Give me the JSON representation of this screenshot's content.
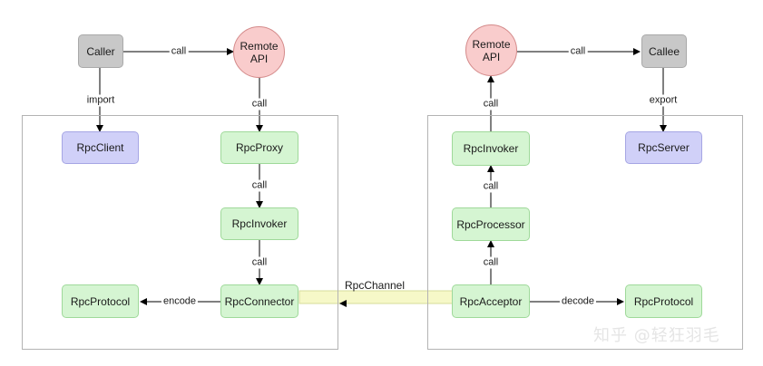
{
  "watermark": "知乎 @轻狂羽毛",
  "channel": {
    "label": "RpcChannel"
  },
  "left": {
    "caller": "Caller",
    "remote_api": [
      "Remote",
      "API"
    ],
    "rpc_client": "RpcClient",
    "rpc_proxy": "RpcProxy",
    "rpc_invoker": "RpcInvoker",
    "rpc_connector": "RpcConnector",
    "rpc_protocol": "RpcProtocol",
    "edges": {
      "caller_to_api": "call",
      "caller_to_client": "import",
      "api_to_proxy": "call",
      "proxy_to_invoker": "call",
      "invoker_to_connector": "call",
      "connector_to_protocol": "encode"
    }
  },
  "right": {
    "remote_api": [
      "Remote",
      "API"
    ],
    "callee": "Callee",
    "rpc_server": "RpcServer",
    "rpc_invoker": "RpcInvoker",
    "rpc_processor": "RpcProcessor",
    "rpc_acceptor": "RpcAcceptor",
    "rpc_protocol": "RpcProtocol",
    "edges": {
      "api_to_callee": "call",
      "callee_to_server": "export",
      "invoker_to_api": "call",
      "processor_to_invoker": "call",
      "acceptor_to_processor": "call",
      "acceptor_to_protocol": "decode"
    }
  },
  "colors": {
    "caller_fill": "#c8c8c8",
    "remote_api_fill": "#f9cccc",
    "client_server_fill": "#d0d0f8",
    "component_fill": "#d5f5d2",
    "channel_fill": "#f6f8c8"
  }
}
